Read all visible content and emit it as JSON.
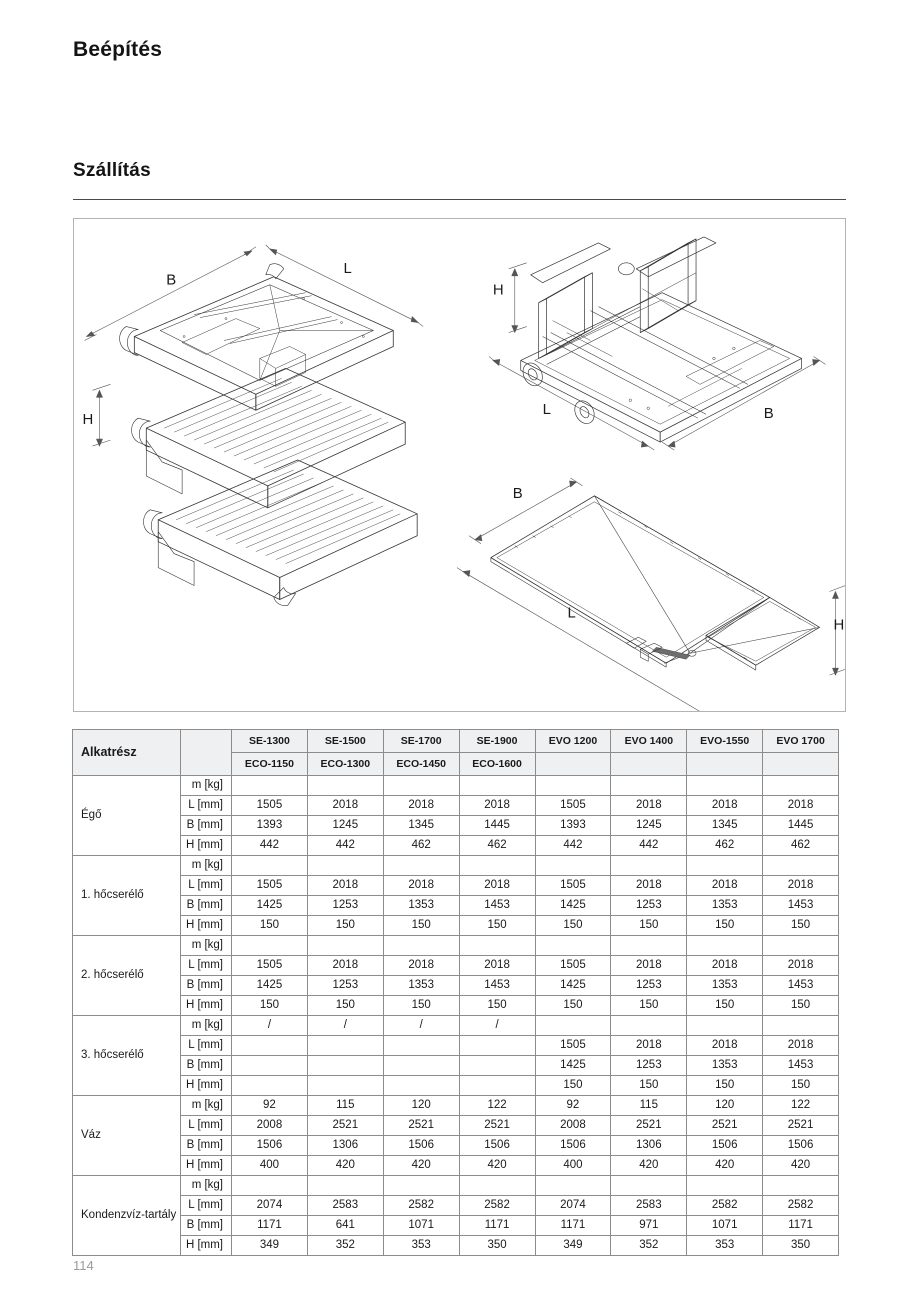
{
  "headings": {
    "primary": "Beépítés",
    "secondary": "Szállítás"
  },
  "figure": {
    "views": [
      {
        "name": "exploded-assembly-view",
        "dimension_labels": [
          "B",
          "L",
          "H"
        ]
      },
      {
        "name": "frame-chassis-view",
        "dimension_labels": [
          "H",
          "L",
          "B"
        ]
      },
      {
        "name": "condensate-tray-view",
        "dimension_labels": [
          "B",
          "L",
          "H"
        ]
      }
    ],
    "label_b": "B",
    "label_l": "L",
    "label_h": "H"
  },
  "table": {
    "corner_label": "Alkatrész",
    "metric_blank": "",
    "column_groups": [
      {
        "top": "SE-1300",
        "bottom": "ECO-1150"
      },
      {
        "top": "SE-1500",
        "bottom": "ECO-1300"
      },
      {
        "top": "SE-1700",
        "bottom": "ECO-1450"
      },
      {
        "top": "SE-1900",
        "bottom": "ECO-1600"
      },
      {
        "top": "EVO 1200",
        "bottom": ""
      },
      {
        "top": "EVO 1400",
        "bottom": ""
      },
      {
        "top": "EVO-1550",
        "bottom": ""
      },
      {
        "top": "EVO 1700",
        "bottom": ""
      }
    ],
    "metrics": [
      "m [kg]",
      "L [mm]",
      "B [mm]",
      "H [mm]"
    ],
    "groups": [
      {
        "label": "Égő",
        "rows": [
          {
            "metric": "m [kg]",
            "values": [
              "",
              "",
              "",
              "",
              "",
              "",
              "",
              ""
            ]
          },
          {
            "metric": "L [mm]",
            "values": [
              "1505",
              "2018",
              "2018",
              "2018",
              "1505",
              "2018",
              "2018",
              "2018"
            ]
          },
          {
            "metric": "B [mm]",
            "values": [
              "1393",
              "1245",
              "1345",
              "1445",
              "1393",
              "1245",
              "1345",
              "1445"
            ]
          },
          {
            "metric": "H [mm]",
            "values": [
              "442",
              "442",
              "462",
              "462",
              "442",
              "442",
              "462",
              "462"
            ]
          }
        ]
      },
      {
        "label": "1. hőcserélő",
        "rows": [
          {
            "metric": "m [kg]",
            "values": [
              "",
              "",
              "",
              "",
              "",
              "",
              "",
              ""
            ]
          },
          {
            "metric": "L [mm]",
            "values": [
              "1505",
              "2018",
              "2018",
              "2018",
              "1505",
              "2018",
              "2018",
              "2018"
            ]
          },
          {
            "metric": "B [mm]",
            "values": [
              "1425",
              "1253",
              "1353",
              "1453",
              "1425",
              "1253",
              "1353",
              "1453"
            ]
          },
          {
            "metric": "H [mm]",
            "values": [
              "150",
              "150",
              "150",
              "150",
              "150",
              "150",
              "150",
              "150"
            ]
          }
        ]
      },
      {
        "label": "2. hőcserélő",
        "rows": [
          {
            "metric": "m [kg]",
            "values": [
              "",
              "",
              "",
              "",
              "",
              "",
              "",
              ""
            ]
          },
          {
            "metric": "L [mm]",
            "values": [
              "1505",
              "2018",
              "2018",
              "2018",
              "1505",
              "2018",
              "2018",
              "2018"
            ]
          },
          {
            "metric": "B [mm]",
            "values": [
              "1425",
              "1253",
              "1353",
              "1453",
              "1425",
              "1253",
              "1353",
              "1453"
            ]
          },
          {
            "metric": "H [mm]",
            "values": [
              "150",
              "150",
              "150",
              "150",
              "150",
              "150",
              "150",
              "150"
            ]
          }
        ]
      },
      {
        "label": "3. hőcserélő",
        "rows": [
          {
            "metric": "m [kg]",
            "values": [
              "/",
              "/",
              "/",
              "/",
              "",
              "",
              "",
              ""
            ]
          },
          {
            "metric": "L [mm]",
            "values": [
              "",
              "",
              "",
              "",
              "1505",
              "2018",
              "2018",
              "2018"
            ]
          },
          {
            "metric": "B [mm]",
            "values": [
              "",
              "",
              "",
              "",
              "1425",
              "1253",
              "1353",
              "1453"
            ]
          },
          {
            "metric": "H [mm]",
            "values": [
              "",
              "",
              "",
              "",
              "150",
              "150",
              "150",
              "150"
            ]
          }
        ]
      },
      {
        "label": "Váz",
        "rows": [
          {
            "metric": "m [kg]",
            "values": [
              "92",
              "115",
              "120",
              "122",
              "92",
              "115",
              "120",
              "122"
            ]
          },
          {
            "metric": "L [mm]",
            "values": [
              "2008",
              "2521",
              "2521",
              "2521",
              "2008",
              "2521",
              "2521",
              "2521"
            ]
          },
          {
            "metric": "B [mm]",
            "values": [
              "1506",
              "1306",
              "1506",
              "1506",
              "1506",
              "1306",
              "1506",
              "1506"
            ]
          },
          {
            "metric": "H [mm]",
            "values": [
              "400",
              "420",
              "420",
              "420",
              "400",
              "420",
              "420",
              "420"
            ]
          }
        ]
      },
      {
        "label": "Kondenzvíz-tartály",
        "rows": [
          {
            "metric": "m [kg]",
            "values": [
              "",
              "",
              "",
              "",
              "",
              "",
              "",
              ""
            ]
          },
          {
            "metric": "L [mm]",
            "values": [
              "2074",
              "2583",
              "2582",
              "2582",
              "2074",
              "2583",
              "2582",
              "2582"
            ]
          },
          {
            "metric": "B [mm]",
            "values": [
              "1171",
              "641",
              "1071",
              "1171",
              "1171",
              "971",
              "1071",
              "1171"
            ]
          },
          {
            "metric": "H [mm]",
            "values": [
              "349",
              "352",
              "353",
              "350",
              "349",
              "352",
              "353",
              "350"
            ]
          }
        ]
      }
    ]
  },
  "footer": {
    "page_number": "114"
  },
  "colors": {
    "header_fill": "#eef0f1",
    "border": "#8c8c8c",
    "text": "#1a1a1a",
    "page_number": "#9b9b9b",
    "panel_border": "#b3b3b3"
  }
}
